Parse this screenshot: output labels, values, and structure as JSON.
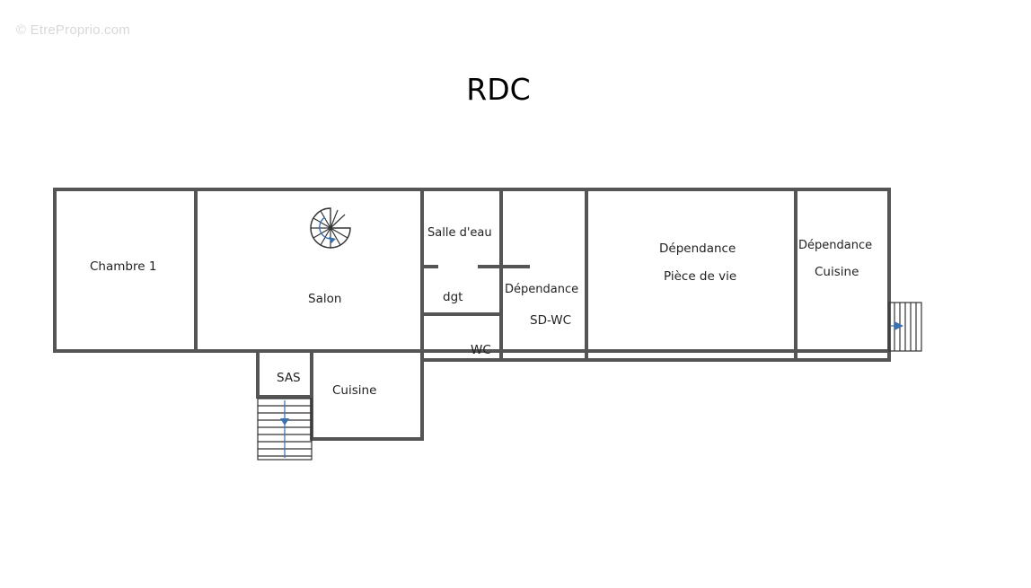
{
  "watermark": "© EtreProprio.com",
  "title": "RDC",
  "background_logo": "bienici",
  "rooms": {
    "chambre1": "Chambre 1",
    "salon": "Salon",
    "salle_eau": "Salle d'eau",
    "dgt": "dgt",
    "wc": "WC",
    "dep_sdwc_1": "Dépendance",
    "dep_sdwc_2": "SD-WC",
    "dep_piece_1": "Dépendance",
    "dep_piece_2": "Pièce de vie",
    "dep_cuisine_1": "Dépendance",
    "dep_cuisine_2": "Cuisine",
    "sas": "SAS",
    "cuisine": "Cuisine"
  },
  "colors": {
    "wall": "#555555",
    "arrow": "#3a6fb0"
  }
}
